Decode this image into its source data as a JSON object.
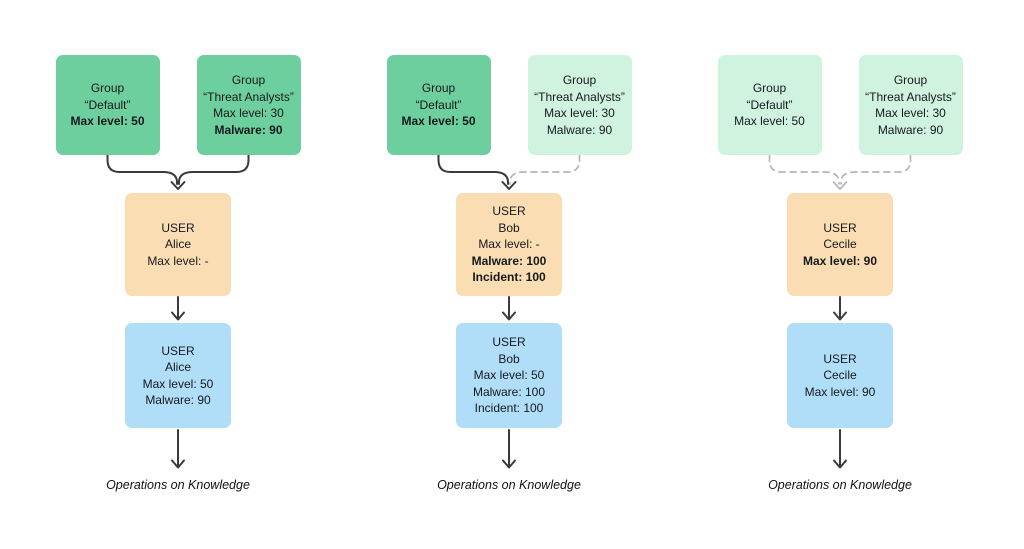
{
  "colors": {
    "group_strong": "#6ECF9E",
    "group_light": "#CFF3DE",
    "user_effective": "#FADDB2",
    "user_resolved": "#B0DEF8",
    "arrow_solid": "#3A3A3A",
    "arrow_dashed": "#B5B5B5",
    "text": "#16191D"
  },
  "columns": [
    {
      "user": "Alice",
      "groups": [
        {
          "variant": "strong",
          "lines": [
            {
              "t": "Group",
              "b": false
            },
            {
              "t": "“Default”",
              "b": false
            },
            {
              "t": "Max level: 50",
              "b": true
            }
          ]
        },
        {
          "variant": "strong",
          "lines": [
            {
              "t": "Group",
              "b": false
            },
            {
              "t": "“Threat Analysts”",
              "b": false
            },
            {
              "t": "Max level: 30",
              "b": false
            },
            {
              "t": "Malware: 90",
              "b": true
            }
          ]
        }
      ],
      "links": [
        "solid",
        "solid"
      ],
      "head": "solid",
      "user_effective": {
        "lines": [
          {
            "t": "USER",
            "b": false
          },
          {
            "t": "Alice",
            "b": false
          },
          {
            "t": "Max level: -",
            "b": false
          }
        ]
      },
      "user_resolved": {
        "lines": [
          {
            "t": "USER",
            "b": false
          },
          {
            "t": "Alice",
            "b": false
          },
          {
            "t": "Max level: 50",
            "b": false
          },
          {
            "t": "Malware: 90",
            "b": false
          }
        ]
      },
      "footer": "Operations on Knowledge"
    },
    {
      "user": "Bob",
      "groups": [
        {
          "variant": "strong",
          "lines": [
            {
              "t": "Group",
              "b": false
            },
            {
              "t": "“Default”",
              "b": false
            },
            {
              "t": "Max level: 50",
              "b": true
            }
          ]
        },
        {
          "variant": "light",
          "lines": [
            {
              "t": "Group",
              "b": false
            },
            {
              "t": "“Threat Analysts”",
              "b": false
            },
            {
              "t": "Max level: 30",
              "b": false
            },
            {
              "t": "Malware: 90",
              "b": false
            }
          ]
        }
      ],
      "links": [
        "solid",
        "dashed"
      ],
      "head": "solid",
      "user_effective": {
        "lines": [
          {
            "t": "USER",
            "b": false
          },
          {
            "t": "Bob",
            "b": false
          },
          {
            "t": "Max level: -",
            "b": false
          },
          {
            "t": "Malware: 100",
            "b": true
          },
          {
            "t": "Incident: 100",
            "b": true
          }
        ]
      },
      "user_resolved": {
        "lines": [
          {
            "t": "USER",
            "b": false
          },
          {
            "t": "Bob",
            "b": false
          },
          {
            "t": "Max level: 50",
            "b": false
          },
          {
            "t": "Malware: 100",
            "b": false
          },
          {
            "t": "Incident: 100",
            "b": false
          }
        ]
      },
      "footer": "Operations on Knowledge"
    },
    {
      "user": "Cecile",
      "groups": [
        {
          "variant": "light",
          "lines": [
            {
              "t": "Group",
              "b": false
            },
            {
              "t": "“Default”",
              "b": false
            },
            {
              "t": "Max level: 50",
              "b": false
            }
          ]
        },
        {
          "variant": "light",
          "lines": [
            {
              "t": "Group",
              "b": false
            },
            {
              "t": "“Threat Analysts”",
              "b": false
            },
            {
              "t": "Max level: 30",
              "b": false
            },
            {
              "t": "Malware: 90",
              "b": false
            }
          ]
        }
      ],
      "links": [
        "dashed",
        "dashed"
      ],
      "head": "dashed",
      "user_effective": {
        "lines": [
          {
            "t": "USER",
            "b": false
          },
          {
            "t": "Cecile",
            "b": false
          },
          {
            "t": "Max level: 90",
            "b": true
          }
        ]
      },
      "user_resolved": {
        "lines": [
          {
            "t": "USER",
            "b": false
          },
          {
            "t": "Cecile",
            "b": false
          },
          {
            "t": "Max level: 90",
            "b": false
          }
        ]
      },
      "footer": "Operations on Knowledge"
    }
  ]
}
